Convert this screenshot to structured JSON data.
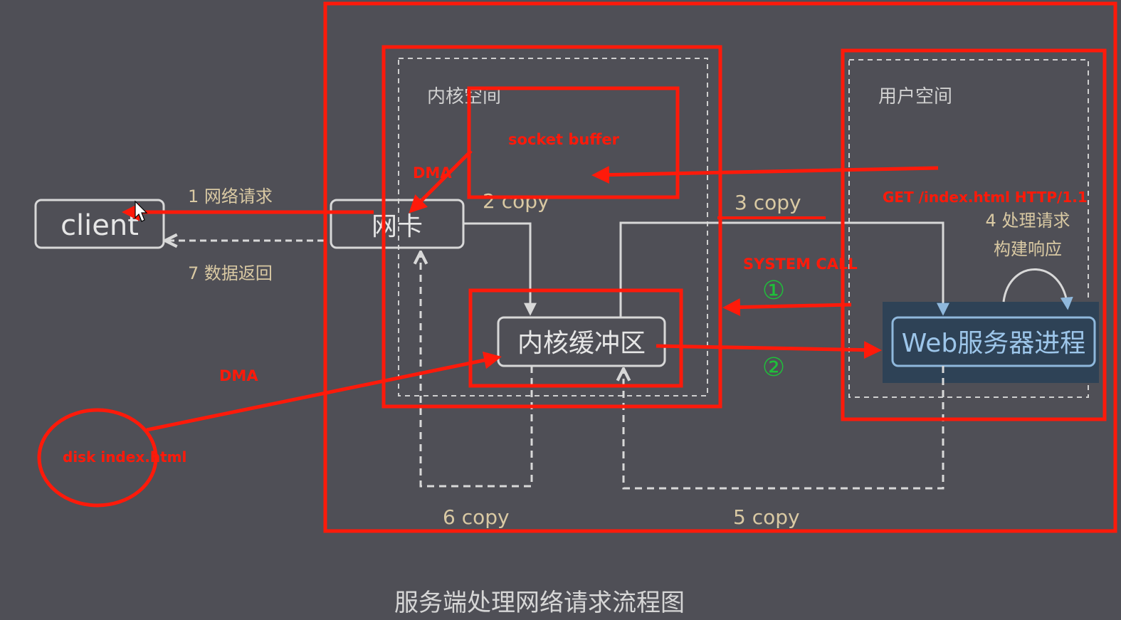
{
  "diagram": {
    "caption": "服务端处理网络请求流程图",
    "nodes": {
      "client": "client",
      "nic": "网卡",
      "kernel_buffer": "内核缓冲区",
      "web_process": "Web服务器进程",
      "kernel_space": "内核空间",
      "user_space": "用户空间"
    },
    "edges": {
      "net_request": "1 网络请求",
      "copy2": "2 copy",
      "copy3": "3 copy",
      "process_line1": "4 处理请求",
      "process_line2": "构建响应",
      "copy5": "5 copy",
      "copy6": "6 copy",
      "data_return": "7 数据返回"
    },
    "annotations": {
      "socket_buffer": "socket buffer",
      "dma_top": "DMA",
      "dma_bottom": "DMA",
      "http_request": "GET /index.html  HTTP/1.1",
      "system_call": "SYSTEM CALL",
      "step1": "①",
      "step2": "②",
      "disk": "disk  index.html"
    }
  },
  "colors": {
    "background": "#4f4f56",
    "original_lines": "#d8d8d8",
    "original_label": "#d9c9a3",
    "web_box": "#8fb8dc",
    "web_fill": "#2e4256",
    "annotation_red": "#ff1a0a",
    "annotation_green": "#1fbf3a"
  }
}
